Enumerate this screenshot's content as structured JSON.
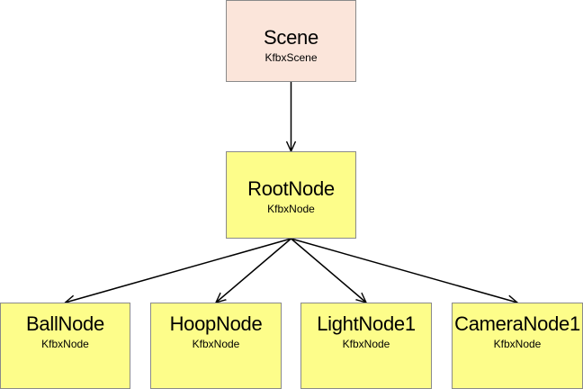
{
  "colors": {
    "scene_fill": "#fbe5da",
    "node_fill": "#fdfd8a",
    "border": "#8a8a8a",
    "edge": "#000000"
  },
  "nodes": {
    "scene": {
      "name": "Scene",
      "type": "KfbxScene"
    },
    "root": {
      "name": "RootNode",
      "type": "KfbxNode"
    },
    "ball": {
      "name": "BallNode",
      "type": "KfbxNode"
    },
    "hoop": {
      "name": "HoopNode",
      "type": "KfbxNode"
    },
    "light": {
      "name": "LightNode1",
      "type": "KfbxNode"
    },
    "camera": {
      "name": "CameraNode1",
      "type": "KfbxNode"
    }
  },
  "edges": [
    {
      "from": "scene",
      "to": "root"
    },
    {
      "from": "root",
      "to": "ball"
    },
    {
      "from": "root",
      "to": "hoop"
    },
    {
      "from": "root",
      "to": "light"
    },
    {
      "from": "root",
      "to": "camera"
    }
  ]
}
